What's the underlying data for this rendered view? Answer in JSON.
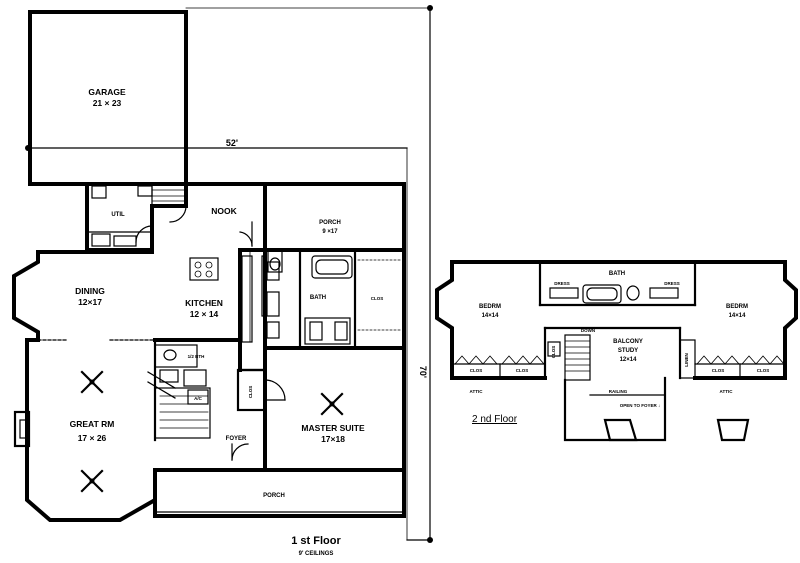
{
  "first_floor": {
    "title": "1 st Floor",
    "subtitle": "9' CEILINGS",
    "rooms": {
      "garage": {
        "name": "GARAGE",
        "size": "21 × 23"
      },
      "util": {
        "name": "UTIL"
      },
      "nook": {
        "name": "NOOK"
      },
      "porch_rear": {
        "name": "PORCH",
        "size": "9 ×17"
      },
      "dining": {
        "name": "DINING",
        "size": "12×17"
      },
      "kitchen": {
        "name": "KITCHEN",
        "size": "12 × 14"
      },
      "bath": {
        "name": "BATH"
      },
      "clos_bath": {
        "name": "CLOS"
      },
      "half_bath": {
        "name": "1/2 BTH"
      },
      "great_rm": {
        "name": "GREAT RM",
        "size": "17 × 26"
      },
      "master": {
        "name": "MASTER SUITE",
        "size": "17×18"
      },
      "foyer": {
        "name": "FOYER"
      },
      "clos_foyer": {
        "name": "CLOS"
      },
      "porch_front": {
        "name": "PORCH"
      },
      "ac": {
        "name": "A/C"
      }
    },
    "dimensions": {
      "width": "52'",
      "depth": "70'"
    }
  },
  "second_floor": {
    "title": "2 nd Floor",
    "rooms": {
      "bath": {
        "name": "BATH"
      },
      "bedrm_left": {
        "name": "BEDRM",
        "size": "14×14"
      },
      "bedrm_right": {
        "name": "BEDRM",
        "size": "14×14"
      },
      "balcony": {
        "name": "BALCONY",
        "name2": "STUDY",
        "size": "12×14"
      },
      "attic_left": {
        "name": "ATTIC"
      },
      "attic_right": {
        "name": "ATTIC"
      },
      "clos_1": {
        "name": "CLOS"
      },
      "clos_2": {
        "name": "CLOS"
      },
      "clos_3": {
        "name": "CLOS"
      },
      "clos_4": {
        "name": "CLOS"
      },
      "clos_5": {
        "name": "CLOS"
      },
      "linen": {
        "name": "LINEN"
      },
      "dresser_l": {
        "name": "DRESS"
      },
      "dresser_r": {
        "name": "DRESS"
      },
      "railing": {
        "name": "RAILING"
      },
      "open_to_foyer": {
        "name": "OPEN TO FOYER ↓"
      },
      "down": {
        "name": "DOWN"
      }
    }
  }
}
